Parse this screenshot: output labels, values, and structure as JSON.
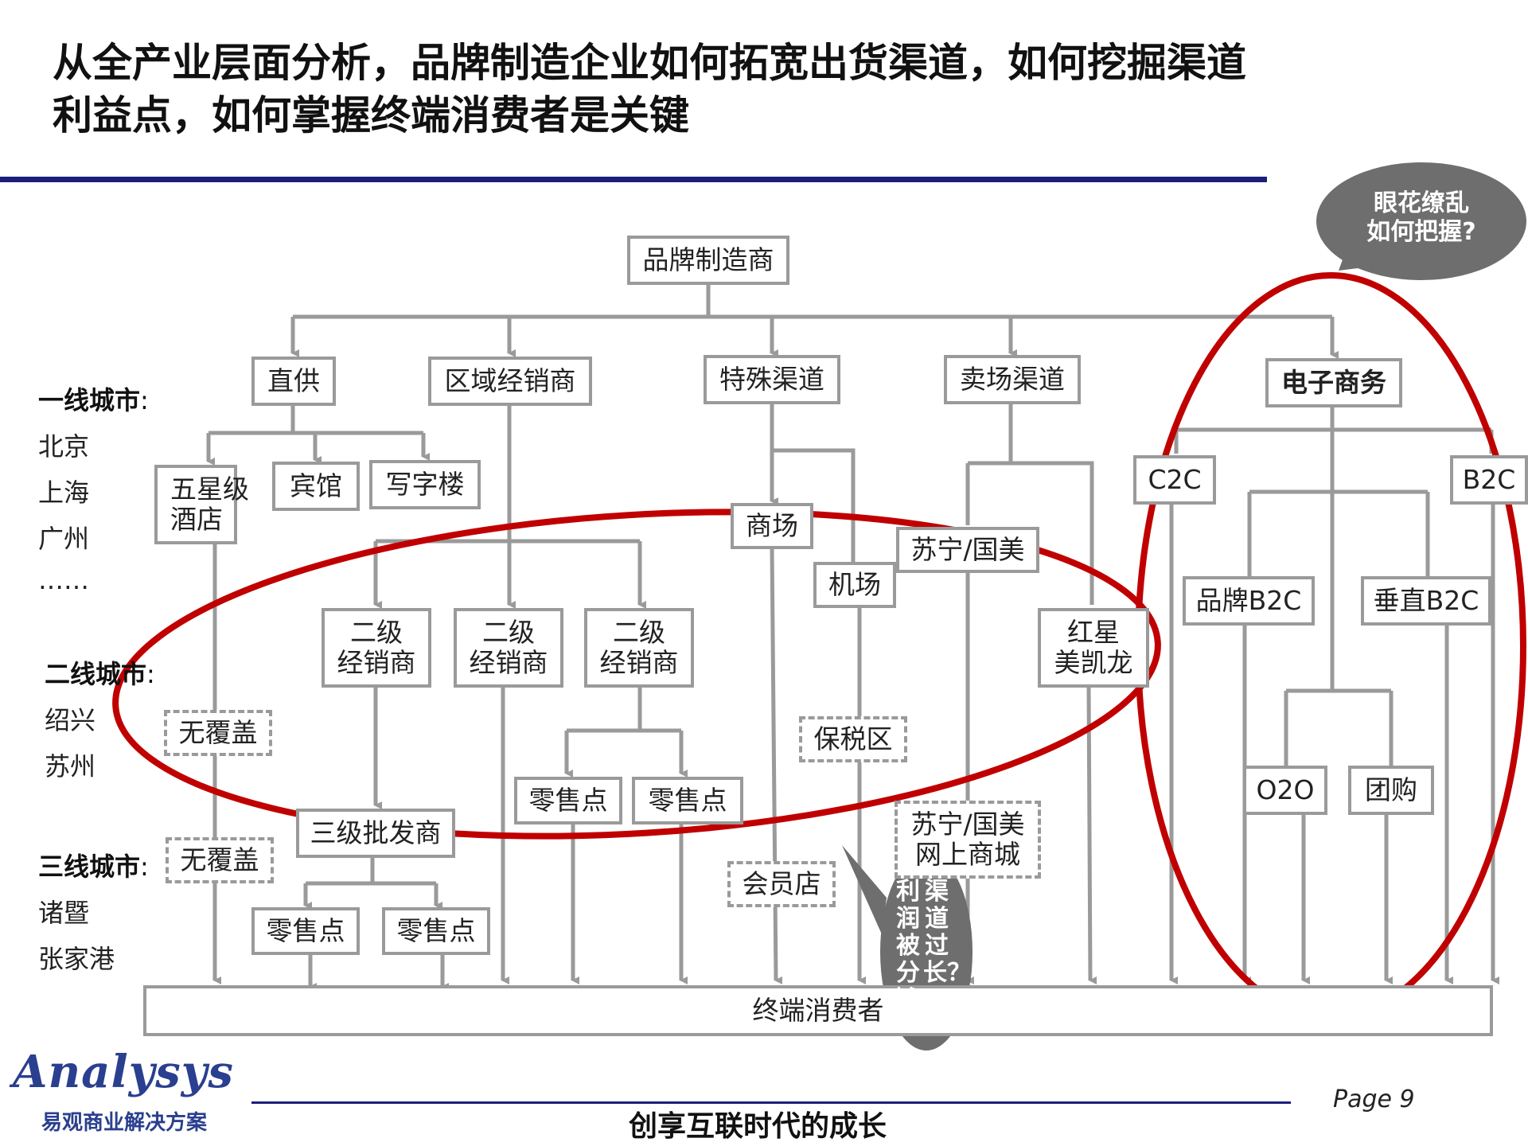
{
  "title": {
    "line1": "从全产业层面分析，品牌制造企业如何拓宽出货渠道，如何挖掘渠道",
    "line2": "利益点，如何掌握终端消费者是关键"
  },
  "tiers": {
    "tier1_label": "一线城市",
    "tier1_cities": [
      "北京",
      "上海",
      "广州",
      "……"
    ],
    "tier2_label": "二线城市",
    "tier2_cities": [
      "绍兴",
      "苏州"
    ],
    "tier3_label": "三线城市",
    "tier3_cities": [
      "诸暨",
      "张家港"
    ],
    "colon": ":"
  },
  "nodes": {
    "manufacturer": "品牌制造商",
    "direct": "直供",
    "regional": "区域经销商",
    "special": "特殊渠道",
    "store": "卖场渠道",
    "ecommerce": "电子商务",
    "hotel5_l1": "五星级",
    "hotel5_l2": "酒店",
    "guesthouse": "宾馆",
    "office": "写字楼",
    "dealer2_l1": "二级",
    "dealer2_l2": "经销商",
    "mall": "商场",
    "airport": "机场",
    "suning": "苏宁/国美",
    "redstar_l1": "红星",
    "redstar_l2": "美凯龙",
    "no_coverage": "无覆盖",
    "bonded": "保税区",
    "retail": "零售点",
    "wholesale3": "三级批发商",
    "member": "会员店",
    "suning_online_l1": "苏宁/国美",
    "suning_online_l2": "网上商城",
    "c2c": "C2C",
    "b2c": "B2C",
    "brand_b2c": "品牌B2C",
    "vertical_b2c": "垂直B2C",
    "o2o": "O2O",
    "groupbuy": "团购",
    "consumer": "终端消费者"
  },
  "callouts": {
    "top_line1": "眼花缭乱",
    "top_line2": "如何把握?",
    "mid_col1": "渠道过长？",
    "mid_col2": "利润被分摊？"
  },
  "footer": {
    "logo": "Analysys",
    "logo_sub": "易观商业解决方案",
    "slogan": "创享互联时代的成长",
    "page": "Page 9"
  },
  "colors": {
    "accent_navy": "#1c1f7a",
    "line_gray": "#9a9a9a",
    "ellipse_red": "#c00000",
    "bubble_gray": "#6e6e6e"
  }
}
